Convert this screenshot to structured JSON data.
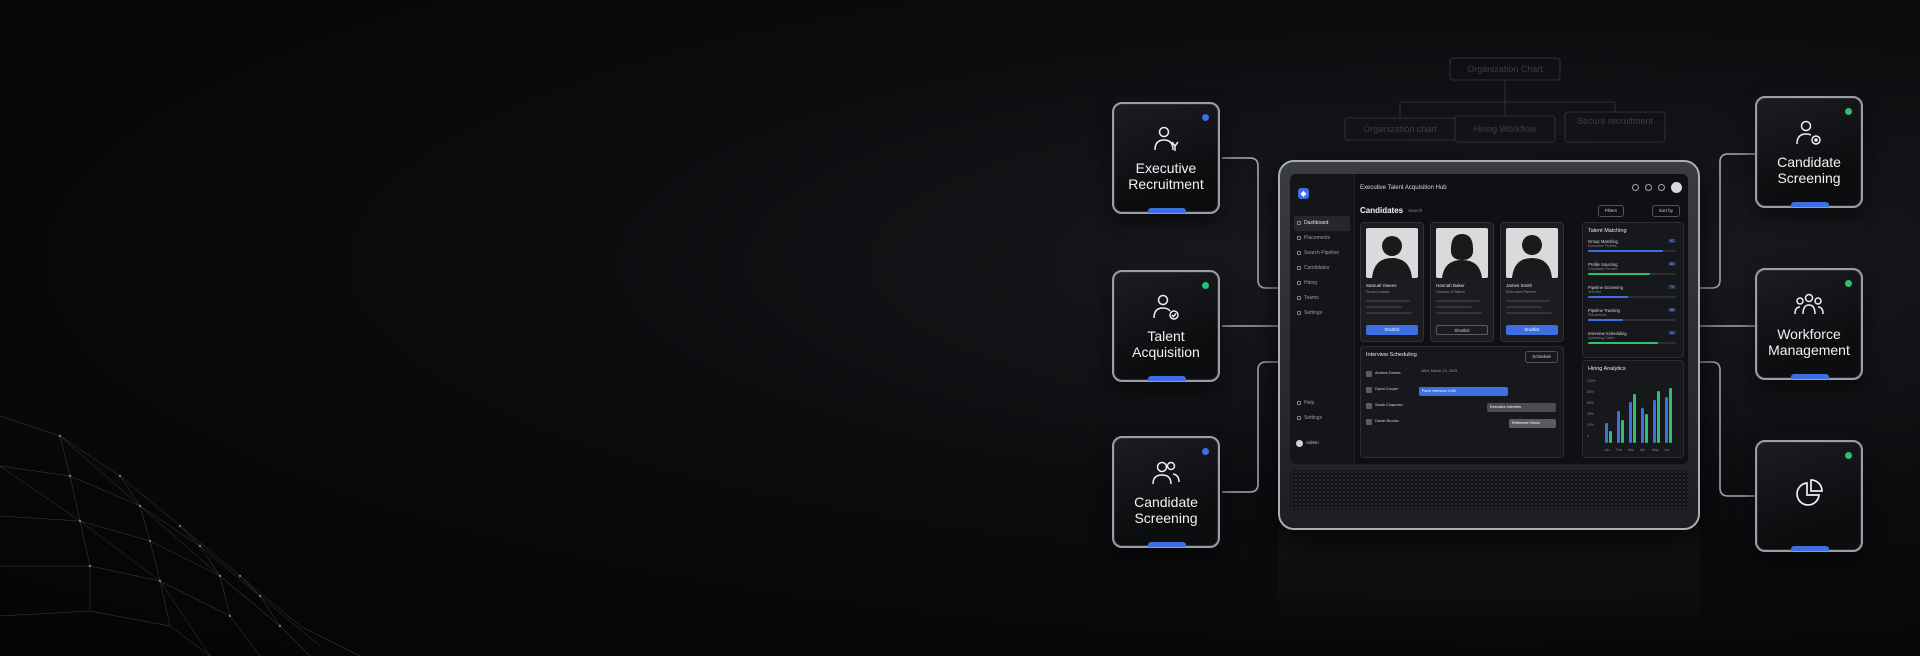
{
  "background_diagram": {
    "top": "Organization Chart",
    "left": "Organization chart",
    "middle": "Hiring Workflow",
    "right": "Secure recruitment"
  },
  "tiles_left": [
    {
      "id": "executive",
      "label": "Executive Recruitment",
      "icon": "executive-user-icon",
      "dot": "#3d6fe0"
    },
    {
      "id": "talent",
      "label": "Talent Acquisition",
      "icon": "user-check-icon",
      "dot": "#2fbf71"
    },
    {
      "id": "screening",
      "label": "Candidate Screening",
      "icon": "users-icon",
      "dot": "#3d6fe0"
    }
  ],
  "tiles_right": [
    {
      "id": "screening-r",
      "label": "Candidate Screening",
      "icon": "user-search-icon",
      "dot": "#2fbf71"
    },
    {
      "id": "workforce",
      "label": "Workforce Management",
      "icon": "team-icon",
      "dot": "#2fbf71"
    },
    {
      "id": "analytics",
      "label": "",
      "icon": "pie-chart-icon",
      "dot": "#2fbf71"
    }
  ],
  "app": {
    "title": "Executive Talent Acquisition Hub",
    "nav": [
      "Dashboard",
      "Placements",
      "Search Pipeline",
      "Candidates",
      "Hiring",
      "Teams",
      "Settings"
    ],
    "nav_bottom": [
      "Help",
      "Settings"
    ],
    "user": "Admin",
    "candidates_title": "Candidates",
    "search_placeholder": "Search",
    "filter_label": "Filters",
    "sort_label": "Sort by",
    "cards": [
      {
        "name": "Samuel Owens",
        "role": "Senior Leader",
        "btn": "Shortlist",
        "style": "blue"
      },
      {
        "name": "Hannah Baker",
        "role": "Director of Talent",
        "btn": "Shortlist",
        "style": "ghost"
      },
      {
        "name": "James Smith",
        "role": "Executive Partner",
        "btn": "Shortlist",
        "style": "blue"
      }
    ],
    "matching": {
      "title": "Talent Matching",
      "items": [
        {
          "name": "Group Matching",
          "sub": "Executive Profiles",
          "badge": "92",
          "fill": 0.85,
          "color": "#3d6fe0"
        },
        {
          "name": "Profile Sourcing",
          "sub": "Candidate Review",
          "badge": "80",
          "fill": 0.7,
          "color": "#2fbf71"
        },
        {
          "name": "Pipeline Screening",
          "sub": "Shortlist",
          "badge": "74",
          "fill": 0.45,
          "color": "#3d6fe0"
        },
        {
          "name": "Pipeline Tracking",
          "sub": "Placements",
          "badge": "68",
          "fill": 0.4,
          "color": "#3d6fe0"
        },
        {
          "name": "Interview Scheduling",
          "sub": "Upcoming Dates",
          "badge": "90",
          "fill": 0.8,
          "color": "#2fbf71"
        }
      ]
    },
    "scheduling": {
      "title": "Interview Scheduling",
      "button": "Schedule",
      "date": "Wed, March 12, 2025",
      "rows": [
        "Andrew Davies",
        "David Cooper",
        "Sarah Chapman",
        "Daniel Brooks"
      ],
      "bars": [
        "Panel Interview 9 AM",
        "Executive Interview",
        "Reference Check"
      ]
    },
    "analytics": {
      "title": "Hiring Analytics",
      "yticks": [
        "100%",
        "80%",
        "60%",
        "40%",
        "20%",
        "0"
      ],
      "months": [
        "Jan",
        "Feb",
        "Mar",
        "Apr",
        "May",
        "Jun"
      ],
      "values_blue": [
        0.35,
        0.55,
        0.7,
        0.6,
        0.75,
        0.8
      ],
      "values_green": [
        0.2,
        0.4,
        0.85,
        0.5,
        0.9,
        0.95
      ]
    }
  }
}
